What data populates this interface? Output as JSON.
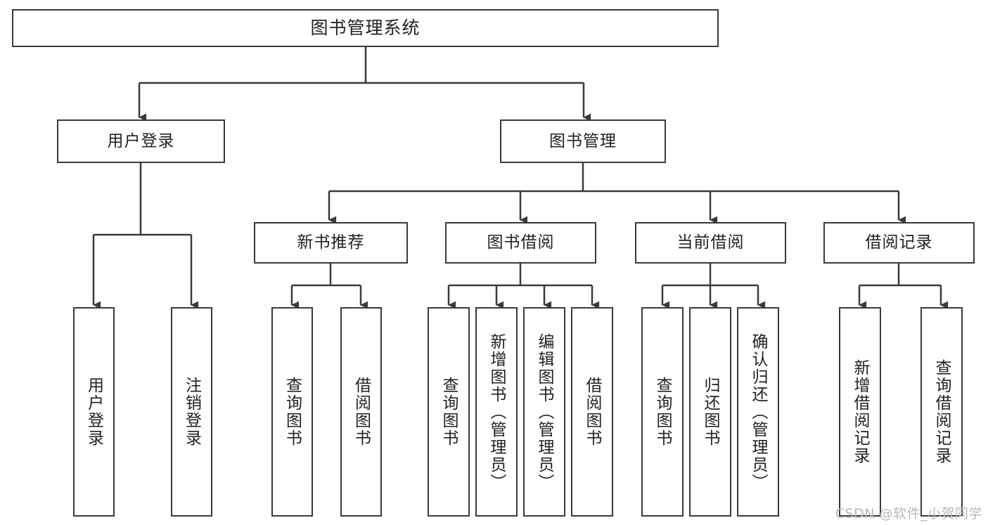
{
  "diagram": {
    "type": "hierarchy-tree",
    "root": {
      "id": "root",
      "label": "图书管理系统",
      "orientation": "horizontal"
    },
    "level2": [
      {
        "id": "user-login",
        "label": "用户登录",
        "orientation": "horizontal"
      },
      {
        "id": "book-manage",
        "label": "图书管理",
        "orientation": "horizontal"
      }
    ],
    "level3": [
      {
        "id": "new-book-recommend",
        "label": "新书推荐",
        "orientation": "horizontal",
        "parent": "book-manage"
      },
      {
        "id": "book-borrow",
        "label": "图书借阅",
        "orientation": "horizontal",
        "parent": "book-manage"
      },
      {
        "id": "current-borrow",
        "label": "当前借阅",
        "orientation": "horizontal",
        "parent": "book-manage"
      },
      {
        "id": "borrow-record",
        "label": "借阅记录",
        "orientation": "horizontal",
        "parent": "book-manage"
      }
    ],
    "leaves": [
      {
        "id": "leaf-user-login",
        "label": "用户登录",
        "parent": "user-login"
      },
      {
        "id": "leaf-user-logout",
        "label": "注销登录",
        "parent": "user-login"
      },
      {
        "id": "leaf-query-book-rec",
        "label": "查询图书",
        "parent": "new-book-recommend"
      },
      {
        "id": "leaf-borrow-book-rec",
        "label": "借阅图书",
        "parent": "new-book-recommend"
      },
      {
        "id": "leaf-query-book-borrow",
        "label": "查询图书",
        "parent": "book-borrow"
      },
      {
        "id": "leaf-add-book",
        "label": "新增图书（管理员）",
        "parent": "book-borrow"
      },
      {
        "id": "leaf-edit-book",
        "label": "编辑图书（管理员）",
        "parent": "book-borrow"
      },
      {
        "id": "leaf-borrow-book",
        "label": "借阅图书",
        "parent": "book-borrow"
      },
      {
        "id": "leaf-query-book-cur",
        "label": "查询图书",
        "parent": "current-borrow"
      },
      {
        "id": "leaf-return-book",
        "label": "归还图书",
        "parent": "current-borrow"
      },
      {
        "id": "leaf-confirm-return",
        "label": "确认归还（管理员）",
        "parent": "current-borrow"
      },
      {
        "id": "leaf-add-record",
        "label": "新增借阅记录",
        "parent": "borrow-record"
      },
      {
        "id": "leaf-query-record",
        "label": "查询借阅记录",
        "parent": "borrow-record"
      }
    ],
    "colors": {
      "stroke": "#3a3a3a",
      "text": "#222222",
      "background": "#ffffff",
      "watermark": "#b9b9b9"
    }
  },
  "watermark": {
    "text": "CSDN @软件_小贺同学"
  }
}
